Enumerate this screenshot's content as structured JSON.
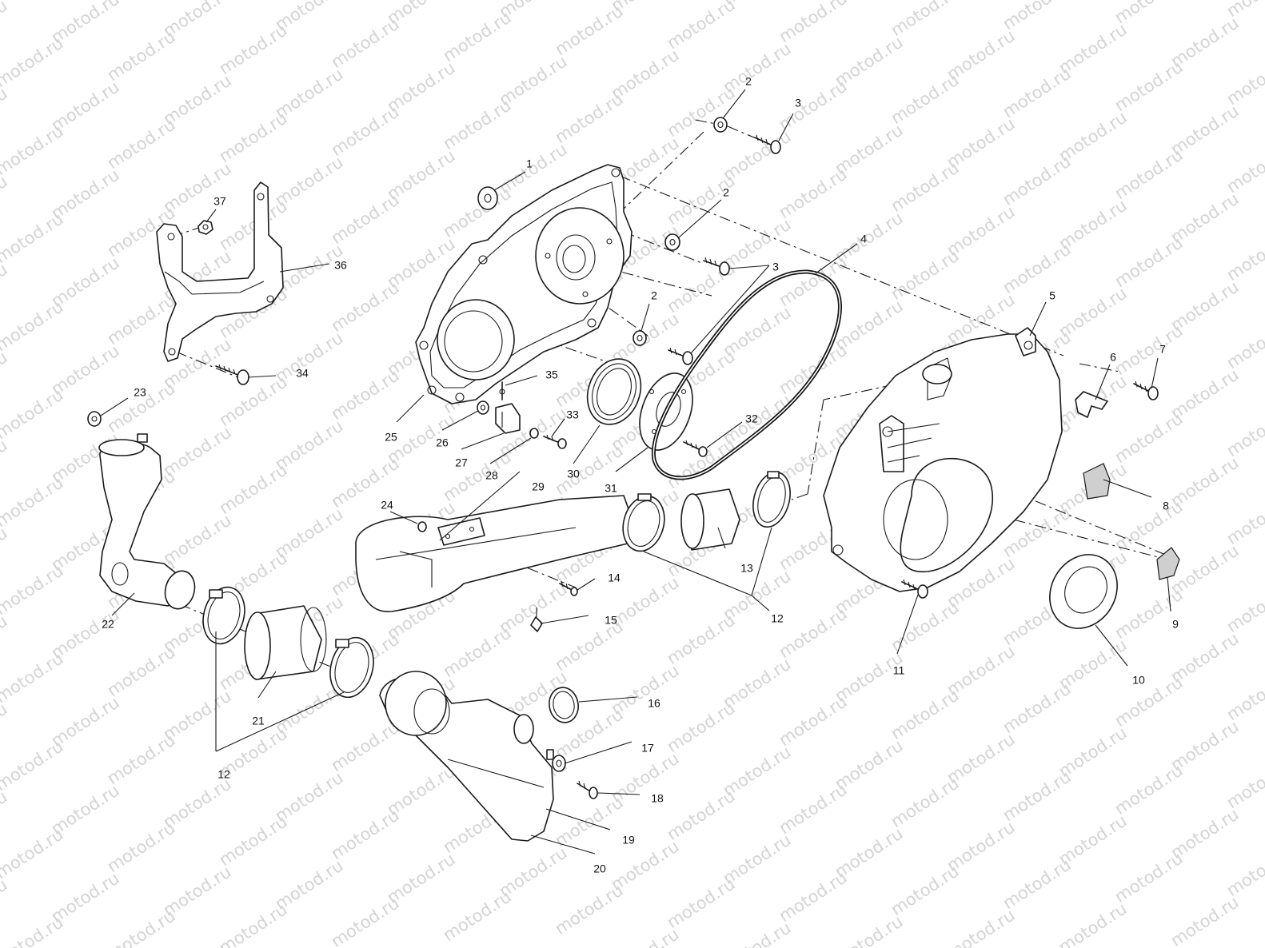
{
  "watermark": {
    "text": "motod.ru",
    "color": "#d4d4d4"
  },
  "callouts": [
    {
      "id": "c1",
      "label": "1"
    },
    {
      "id": "c2a",
      "label": "2"
    },
    {
      "id": "c2b",
      "label": "2"
    },
    {
      "id": "c2c",
      "label": "2"
    },
    {
      "id": "c3a",
      "label": "3"
    },
    {
      "id": "c3b",
      "label": "3"
    },
    {
      "id": "c4",
      "label": "4"
    },
    {
      "id": "c5",
      "label": "5"
    },
    {
      "id": "c6",
      "label": "6"
    },
    {
      "id": "c7",
      "label": "7"
    },
    {
      "id": "c8",
      "label": "8"
    },
    {
      "id": "c9",
      "label": "9"
    },
    {
      "id": "c10",
      "label": "10"
    },
    {
      "id": "c11",
      "label": "11"
    },
    {
      "id": "c12a",
      "label": "12"
    },
    {
      "id": "c12b",
      "label": "12"
    },
    {
      "id": "c13",
      "label": "13"
    },
    {
      "id": "c14",
      "label": "14"
    },
    {
      "id": "c15",
      "label": "15"
    },
    {
      "id": "c16",
      "label": "16"
    },
    {
      "id": "c17",
      "label": "17"
    },
    {
      "id": "c18",
      "label": "18"
    },
    {
      "id": "c19",
      "label": "19"
    },
    {
      "id": "c20",
      "label": "20"
    },
    {
      "id": "c21",
      "label": "21"
    },
    {
      "id": "c22",
      "label": "22"
    },
    {
      "id": "c23",
      "label": "23"
    },
    {
      "id": "c24",
      "label": "24"
    },
    {
      "id": "c25",
      "label": "25"
    },
    {
      "id": "c26",
      "label": "26"
    },
    {
      "id": "c27",
      "label": "27"
    },
    {
      "id": "c28",
      "label": "28"
    },
    {
      "id": "c29",
      "label": "29"
    },
    {
      "id": "c30",
      "label": "30"
    },
    {
      "id": "c31",
      "label": "31"
    },
    {
      "id": "c32",
      "label": "32"
    },
    {
      "id": "c33",
      "label": "33"
    },
    {
      "id": "c34",
      "label": "34"
    },
    {
      "id": "c35",
      "label": "35"
    },
    {
      "id": "c36",
      "label": "36"
    },
    {
      "id": "c37",
      "label": "37"
    }
  ]
}
